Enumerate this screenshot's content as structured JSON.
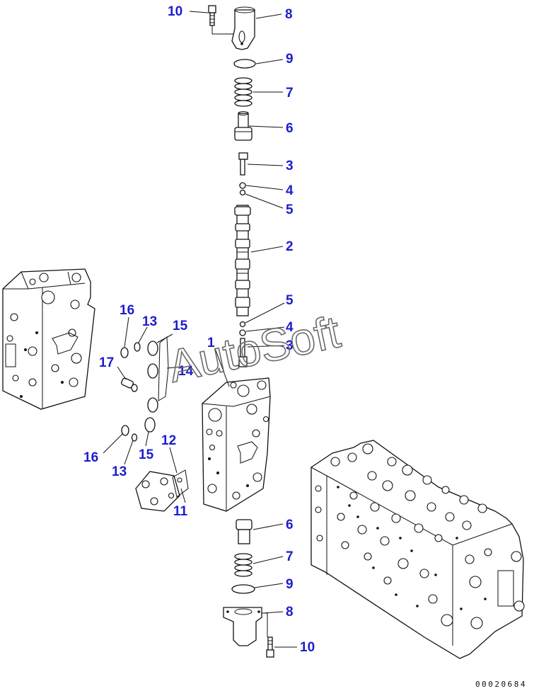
{
  "diagram": {
    "callouts": [
      {
        "id": "c10a",
        "text": "10"
      },
      {
        "id": "c8a",
        "text": "8"
      },
      {
        "id": "c9a",
        "text": "9"
      },
      {
        "id": "c7a",
        "text": "7"
      },
      {
        "id": "c6a",
        "text": "6"
      },
      {
        "id": "c3a",
        "text": "3"
      },
      {
        "id": "c4a",
        "text": "4"
      },
      {
        "id": "c5a",
        "text": "5"
      },
      {
        "id": "c2",
        "text": "2"
      },
      {
        "id": "c5b",
        "text": "5"
      },
      {
        "id": "c4b",
        "text": "4"
      },
      {
        "id": "c3b",
        "text": "3"
      },
      {
        "id": "c1",
        "text": "1"
      },
      {
        "id": "c16a",
        "text": "16"
      },
      {
        "id": "c13a",
        "text": "13"
      },
      {
        "id": "c15a",
        "text": "15"
      },
      {
        "id": "c17",
        "text": "17"
      },
      {
        "id": "c14",
        "text": "14"
      },
      {
        "id": "c16b",
        "text": "16"
      },
      {
        "id": "c13b",
        "text": "13"
      },
      {
        "id": "c15b",
        "text": "15"
      },
      {
        "id": "c12",
        "text": "12"
      },
      {
        "id": "c11",
        "text": "11"
      },
      {
        "id": "c6b",
        "text": "6"
      },
      {
        "id": "c7b",
        "text": "7"
      },
      {
        "id": "c9b",
        "text": "9"
      },
      {
        "id": "c8b",
        "text": "8"
      },
      {
        "id": "c10b",
        "text": "10"
      }
    ],
    "watermark": "AutoSoft",
    "document_number": "00020684"
  },
  "colors": {
    "callout": "#1c1ccf",
    "line": "#111111",
    "watermark": "#6a6a6a"
  }
}
